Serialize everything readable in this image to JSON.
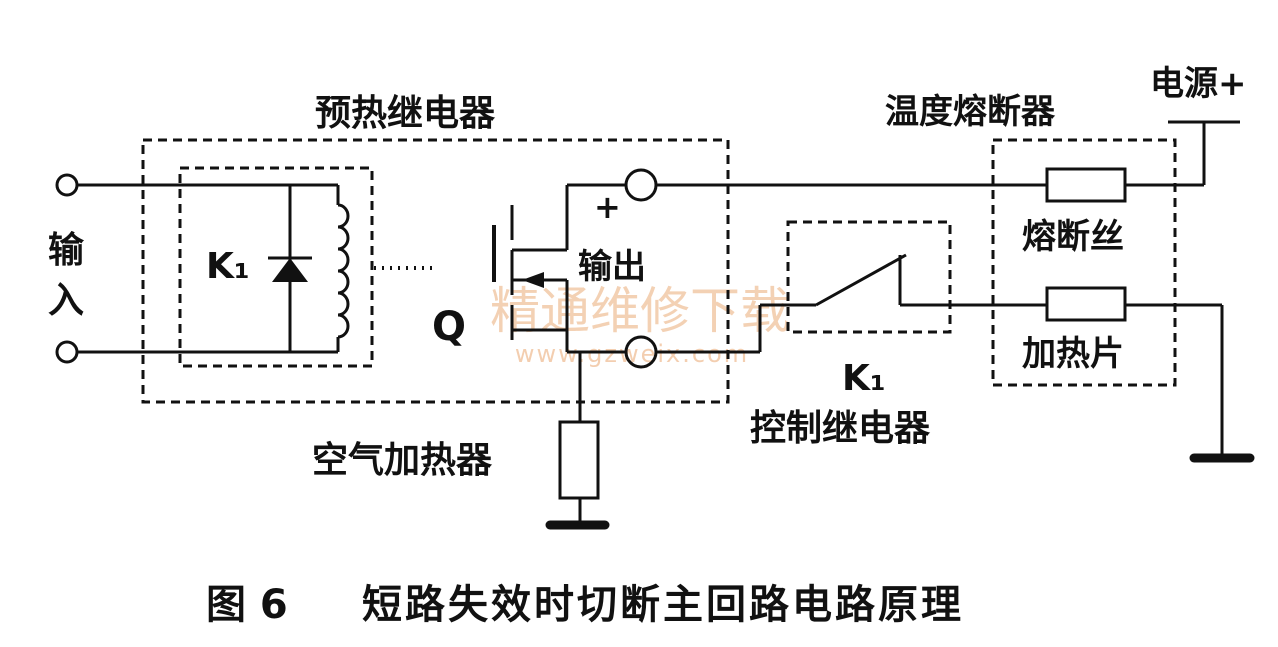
{
  "labels": {
    "preheat_relay": "预热继电器",
    "thermal_fuse_unit": "温度熔断器",
    "power": "电源+",
    "input_1": "输",
    "input_2": "入",
    "k1_coil": "K₁",
    "q_label": "Q",
    "plus": "+",
    "output": "输出",
    "fuse_wire": "熔断丝",
    "heater_plate": "加热片",
    "k1_switch": "K₁",
    "control_relay": "控制继电器",
    "air_heater": "空气加热器"
  },
  "watermark": {
    "cn": "精通维修下载",
    "url": "www.gzweix.com"
  },
  "caption": {
    "figure_no": "图 6",
    "text": "短路失效时切断主回路电路原理"
  }
}
